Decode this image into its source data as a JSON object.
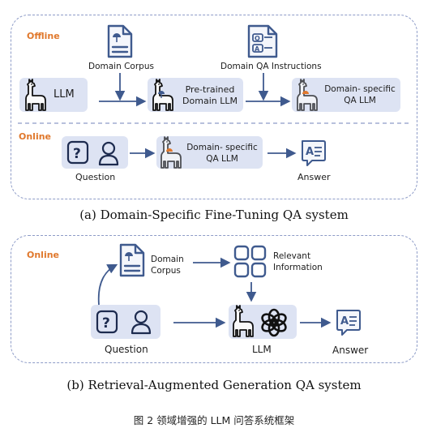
{
  "panel_a": {
    "offline_tag": "Offline",
    "online_tag": "Online",
    "domain_corpus": "Domain Corpus",
    "domain_qa_instructions": "Domain QA Instructions",
    "llm": "LLM",
    "pretrained_line1": "Pre-trained",
    "pretrained_line2": "Domain LLM",
    "specific_line1": "Domain- specific",
    "specific_line2": "QA LLM",
    "online_specific_line1": "Domain- specific",
    "online_specific_line2": "QA LLM",
    "question": "Question",
    "answer": "Answer",
    "caption": "(a) Domain-Specific Fine-Tuning QA system"
  },
  "panel_b": {
    "online_tag": "Online",
    "corpus_line1": "Domain",
    "corpus_line2": "Corpus",
    "relevant_line1": "Relevant",
    "relevant_line2": "Information",
    "question": "Question",
    "llm": "LLM",
    "answer": "Answer",
    "caption": "(b) Retrieval-Augmented Generation QA system"
  },
  "figure_caption": "图 2  领域增强的 LLM 问答系统框架",
  "colors": {
    "accent_orange": "#e0782c",
    "box_fill": "#dde3f3",
    "icon_blue": "#3f5a8e",
    "dashed_border": "#8d9bc7"
  }
}
